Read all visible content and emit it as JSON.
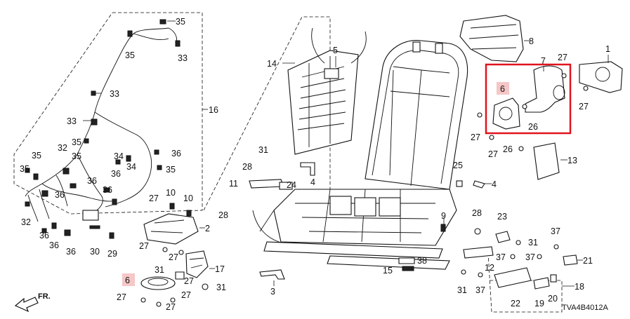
{
  "diagram_code": "TVA4B4012A",
  "front_marker": "FR.",
  "callouts": {
    "c1": "1",
    "c2": "2",
    "c3": "3",
    "c4a": "4",
    "c4b": "4",
    "c5": "5",
    "c6a": "6",
    "c6b": "6",
    "c7": "7",
    "c8": "8",
    "c9": "9",
    "c10a": "10",
    "c10b": "10",
    "c11": "11",
    "c12": "12",
    "c13": "13",
    "c14": "14",
    "c15": "15",
    "c16": "16",
    "c17": "17",
    "c18": "18",
    "c19": "19",
    "c20": "20",
    "c21": "21",
    "c22": "22",
    "c23": "23",
    "c24": "24",
    "c25": "25",
    "c26a": "26",
    "c26b": "26",
    "c27a": "27",
    "c27b": "27",
    "c27c": "27",
    "c27d": "27",
    "c27e": "27",
    "c27f": "27",
    "c27g": "27",
    "c27h": "27",
    "c27i": "27",
    "c28a": "28",
    "c28b": "28",
    "c28c": "28",
    "c29": "29",
    "c30": "30",
    "c31a": "31",
    "c31b": "31",
    "c31c": "31",
    "c31d": "31",
    "c31e": "31",
    "c32a": "32",
    "c32b": "32",
    "c33a": "33",
    "c33b": "33",
    "c33c": "33",
    "c34a": "34",
    "c34b": "34",
    "c35a": "35",
    "c35b": "35",
    "c35c": "35",
    "c35d": "35",
    "c35e": "35",
    "c35f": "35",
    "c36a": "36",
    "c36b": "36",
    "c36c": "36",
    "c36d": "36",
    "c36e": "36",
    "c36f": "36",
    "c36g": "36",
    "c36h": "36",
    "c37a": "37",
    "c37b": "37",
    "c37c": "37",
    "c37d": "37",
    "c38": "38"
  },
  "colors": {
    "highlight_box": "#e0141e",
    "highlight_fill": "#f5c7c7",
    "line": "#111111"
  }
}
